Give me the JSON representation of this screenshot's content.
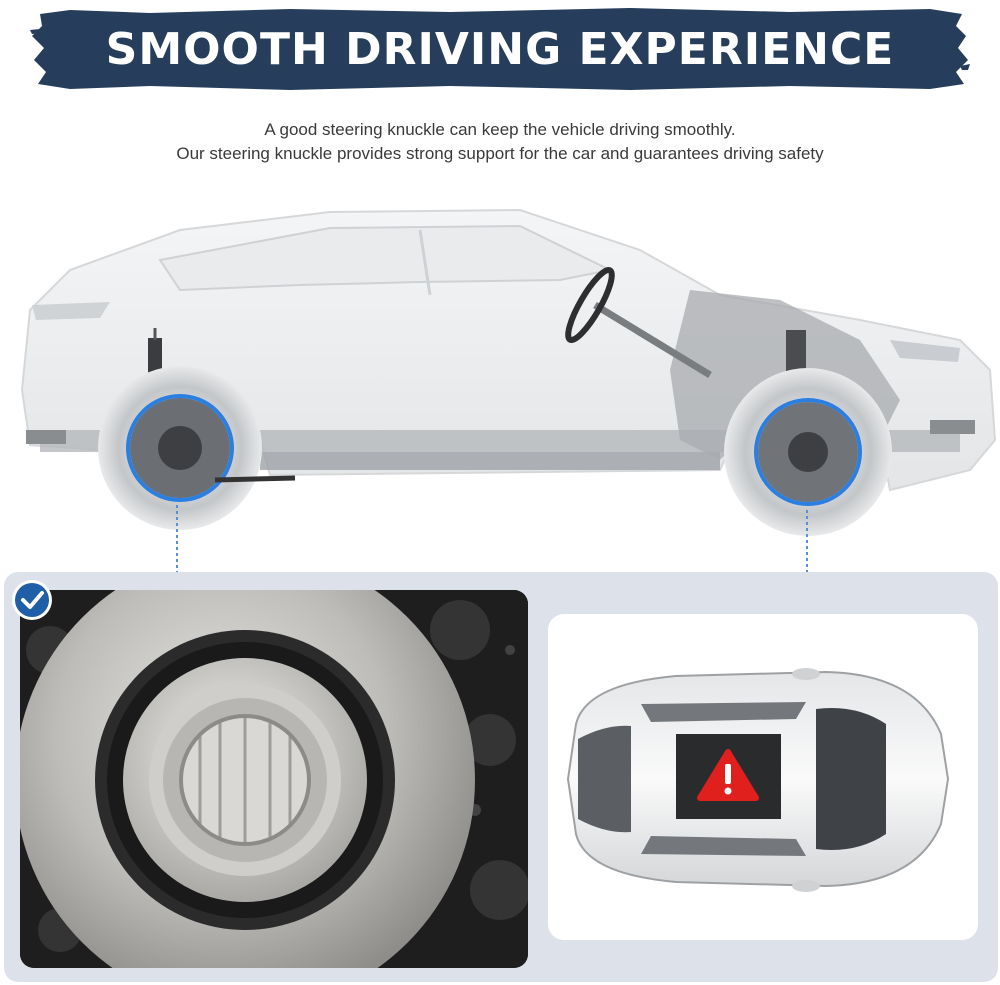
{
  "banner": {
    "title": "SMOOTH DRIVING EXPERIENCE"
  },
  "subtitle": {
    "line1": "A good steering knuckle can keep the vehicle driving smoothly.",
    "line2": "Our steering knuckle provides strong support for the car and guarantees driving safety"
  },
  "colors": {
    "banner_navy": "#263e5c",
    "highlight_blue": "#2a7fe0",
    "panel_bg": "#dde2ea",
    "warning_red": "#e0201c"
  },
  "icons": {
    "check": "checkmark-badge-icon",
    "warning": "warning-exclamation-icon"
  }
}
